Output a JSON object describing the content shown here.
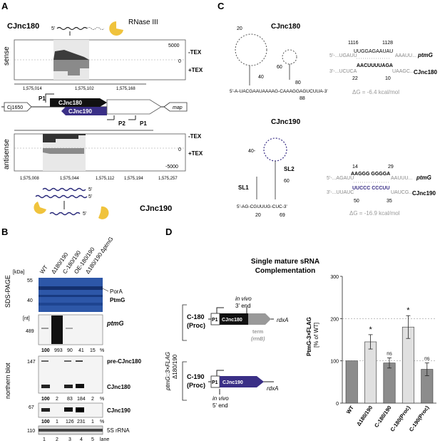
{
  "panels": {
    "a": "A",
    "b": "B",
    "c": "C",
    "d": "D"
  },
  "a": {
    "cjnc180": "CJnc180",
    "rnase": "RNase III",
    "five_prime": "5'",
    "sense": "sense",
    "antisense": "antisense",
    "minus_tex": "-TEX",
    "plus_tex": "+TEX",
    "y_top": "5000",
    "y_zero": "0",
    "y_bot": "-5000",
    "coords_top": [
      "1,575,014",
      "1,575,102",
      "1,575,168"
    ],
    "coords_bot": [
      "1,575,008",
      "1,575,044",
      "1,575,112",
      "1,575,194",
      "1,575,257"
    ],
    "gene_cj1650": "Cj1650",
    "gene_map": "map",
    "gene_cjnc180": "CJnc180",
    "gene_cjnc190": "CJnc190",
    "p1": "P1",
    "p2": "P2",
    "cjnc190": "CJnc190"
  },
  "b": {
    "lanes": [
      "WT",
      "Δ180/190",
      "C-180/190",
      "OE-180/190",
      "Δ180/190 ΔptmG"
    ],
    "kda": "[kDa]",
    "nt": "[nt]",
    "sds": "SDS-PAGE",
    "northern": "northern blot",
    "porA": "PorA",
    "ptmG": "PtmG",
    "ptmG_rna": "ptmG",
    "pre": "pre-CJnc180",
    "cj180": "CJnc180",
    "cj190": "CJnc190",
    "rrna": "5S rRNA",
    "m55": "55",
    "m40": "40",
    "m489": "489",
    "m147": "147",
    "m67": "67",
    "m110": "110",
    "q_ptmG": [
      "100",
      "993",
      "90",
      "41",
      "15"
    ],
    "q_180": [
      "100",
      "2",
      "83",
      "184",
      "2"
    ],
    "q_190": [
      "100",
      "1",
      "126",
      "231",
      "1"
    ],
    "pct": "%",
    "lane_nums": [
      "1",
      "2",
      "3",
      "4",
      "5"
    ],
    "lane_word": "lane"
  },
  "c": {
    "cj180": "CJnc180",
    "cj190": "CJnc190",
    "ptmG": "ptmG",
    "dg180": "ΔG = -6.4 kcal/mol",
    "dg190": "ΔG = -16.9 kcal/mol",
    "n1116": "1116",
    "n1128": "1128",
    "n22": "22",
    "n10": "10",
    "n14": "14",
    "n29": "29",
    "n50": "50",
    "n35": "35",
    "top180": "5'-...UGAUU",
    "mid180": "UUGGAGAAUAU",
    "tail180": "AAAUU...",
    "botl180": "3'-...UCUCA",
    "bot180": "AACUUUUAGA",
    "botr180": "UAAGC...",
    "top190": "5'-...AGAUU",
    "mid190": "AAGGG GGGGA",
    "tail190": "AAUUU...",
    "botl190": "3'-...UUAUC",
    "bot190": "UUCCC CCCUU",
    "botr190": "UAUCG...",
    "seq180": "5'-A-UACGAAUAAAAG-CAAAGGAGUCUUA-3'",
    "sl1": "SL1",
    "sl2": "SL2",
    "seq190": "5'-AG-CGUUUG-CUC-3'",
    "n20": "20",
    "n40": "40",
    "n60": "60",
    "n80": "80",
    "n88": "88",
    "n20b": "20",
    "n69": "69",
    "n40b": "40-",
    "n60b": "60"
  },
  "d": {
    "title1": "Single mature sRNA",
    "title2": "Complementation",
    "construct": "ptmG::3×FLAG",
    "delta": "Δ180/190",
    "c180": "C-180",
    "c190": "C-190",
    "proc": "(Proc)",
    "p1": "P1",
    "cj180": "CJnc180",
    "cj190": "CJnc190",
    "rdxA": "rdxA",
    "invivo": "in vivo",
    "end3": "3' end",
    "end5": "5' end",
    "term": "term",
    "rrnb": "(rrnB)",
    "ylabel1": "PtmG-3×FLAG",
    "ylabel2": "[% of WT]",
    "ns": "ns",
    "star": "*"
  },
  "chart_data": {
    "type": "bar",
    "categories": [
      "WT",
      "Δ180/190",
      "C-180/190",
      "C-180(Proc)",
      "C-190(Proc)"
    ],
    "values": [
      100,
      145,
      95,
      180,
      80
    ],
    "errors": [
      0,
      17,
      12,
      27,
      15
    ],
    "significance": [
      "",
      "*",
      "ns",
      "*",
      "ns"
    ],
    "ylabel": "PtmG-3×FLAG [% of WT]",
    "yticks": [
      0,
      100,
      200,
      300
    ],
    "ylim": [
      0,
      300
    ],
    "colors": [
      "#8c8c8c",
      "#e0e0e0",
      "#8c8c8c",
      "#e0e0e0",
      "#8c8c8c"
    ]
  }
}
